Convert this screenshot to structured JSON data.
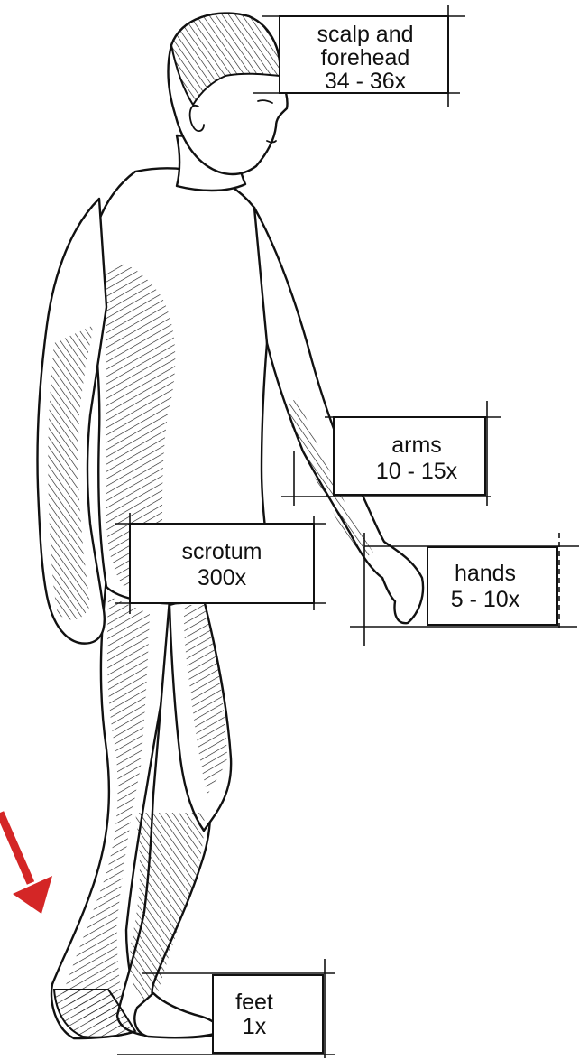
{
  "figure": {
    "callouts": [
      {
        "id": "scalp",
        "lines": [
          "scalp and",
          "forehead",
          "34 - 36x"
        ]
      },
      {
        "id": "arms",
        "lines": [
          "arms",
          "10 - 15x"
        ]
      },
      {
        "id": "scrotum",
        "lines": [
          "scrotum",
          "300x"
        ]
      },
      {
        "id": "hands",
        "lines": [
          "hands",
          "5 - 10x"
        ]
      },
      {
        "id": "feet",
        "lines": [
          "feet",
          "1x"
        ]
      }
    ],
    "arrow_color": "#d42626",
    "ink_color": "#111111"
  }
}
